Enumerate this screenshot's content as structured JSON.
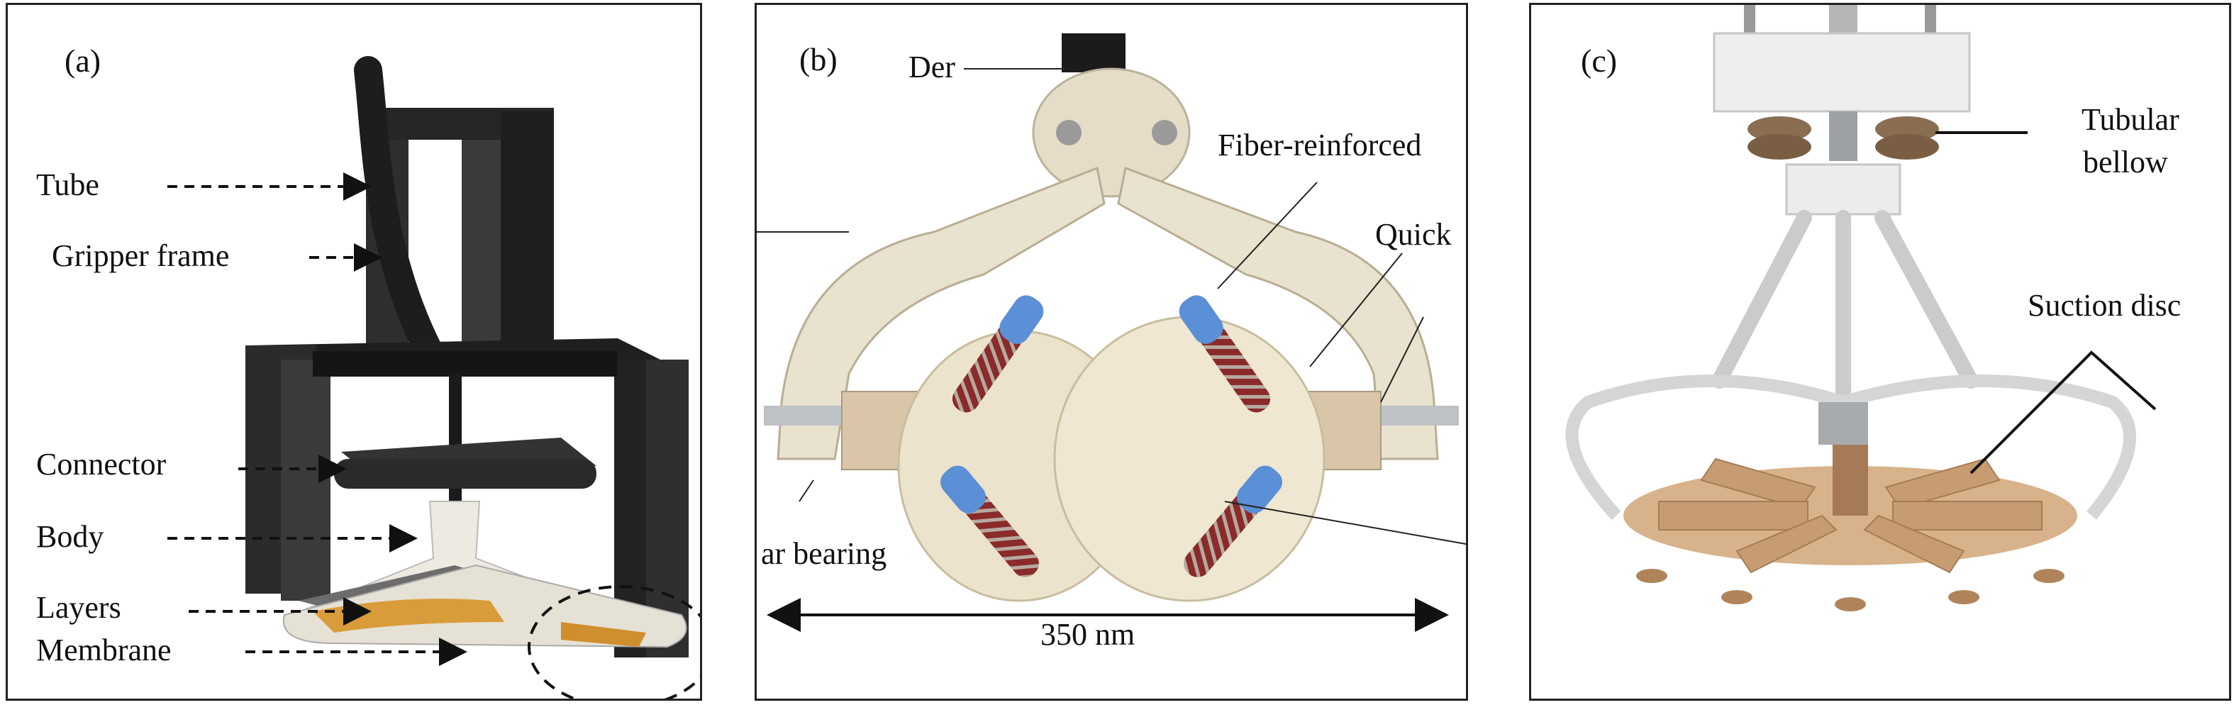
{
  "panels": {
    "a": {
      "label": "(a)",
      "annotations": {
        "tube": "Tube",
        "gripper_frame": "Gripper frame",
        "connector": "Connector",
        "body": "Body",
        "layers": "Layers",
        "membrane": "Membrane"
      }
    },
    "b": {
      "label": "(b)",
      "annotations": {
        "der": "Der",
        "fiber_reinforced": "Fiber-reinforced",
        "quick": "Quick",
        "ar_bearing": "ar bearing",
        "dimension": "350 nm"
      }
    },
    "c": {
      "label": "(c)",
      "annotations": {
        "tubular_bellow_line1": "Tubular",
        "tubular_bellow_line2": "bellow",
        "suction_disc": "Suction disc"
      }
    }
  },
  "colors": {
    "frame_black": "#2b2b2b",
    "foam_cream": "#e9e2cf",
    "finger_blue": "#5b8fd6",
    "finger_red": "#8a2a2a",
    "wood": "#c9a27c",
    "metal_gray": "#c7c9cb",
    "membrane_orange": "#d79a3a"
  }
}
